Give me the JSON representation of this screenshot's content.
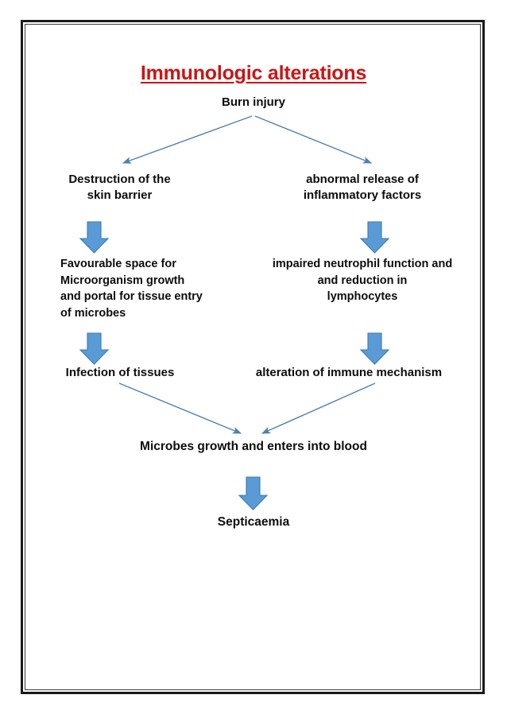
{
  "document": {
    "title": "Immunologic alterations",
    "border_style": "double-line-frame"
  },
  "colors": {
    "title_red": "#CC1414",
    "block_arrow_fill": "#5B9BD5",
    "block_arrow_stroke": "#3A78B5",
    "line_arrow": "#4E80B0",
    "text": "#0D0D0D",
    "frame": "#1A1A1A"
  },
  "chart_data": {
    "type": "diagram",
    "diagram_kind": "flowchart",
    "title": "Immunologic alterations",
    "nodes": [
      {
        "id": "burn-injury",
        "label": "Burn injury",
        "level": 0,
        "column": "center"
      },
      {
        "id": "destruction-skin-barrier",
        "label": "Destruction of the\nskin barrier",
        "level": 1,
        "column": "left"
      },
      {
        "id": "abnormal-release",
        "label": "abnormal release of\ninflammatory factors",
        "level": 1,
        "column": "right"
      },
      {
        "id": "favourable-space",
        "label": "Favourable space for\nMicroorganism growth\nand portal for tissue entry\nof microbes",
        "level": 2,
        "column": "left"
      },
      {
        "id": "impaired-neutrophil",
        "label": "impaired neutrophil function and\nand reduction in\nlymphocytes",
        "level": 2,
        "column": "right"
      },
      {
        "id": "infection-of-tissues",
        "label": "Infection of tissues",
        "level": 3,
        "column": "left"
      },
      {
        "id": "alteration-immune-mechanism",
        "label": "alteration of immune mechanism",
        "level": 3,
        "column": "right"
      },
      {
        "id": "microbes-growth",
        "label": "Microbes growth and enters into blood",
        "level": 4,
        "column": "center"
      },
      {
        "id": "septicaemia",
        "label": "Septicaemia",
        "level": 5,
        "column": "center"
      }
    ],
    "edges": [
      {
        "from": "burn-injury",
        "to": "destruction-skin-barrier",
        "style": "thin-diagonal-arrow"
      },
      {
        "from": "burn-injury",
        "to": "abnormal-release",
        "style": "thin-diagonal-arrow"
      },
      {
        "from": "destruction-skin-barrier",
        "to": "favourable-space",
        "style": "block-arrow-down"
      },
      {
        "from": "abnormal-release",
        "to": "impaired-neutrophil",
        "style": "block-arrow-down"
      },
      {
        "from": "favourable-space",
        "to": "infection-of-tissues",
        "style": "block-arrow-down"
      },
      {
        "from": "impaired-neutrophil",
        "to": "alteration-immune-mechanism",
        "style": "block-arrow-down"
      },
      {
        "from": "infection-of-tissues",
        "to": "microbes-growth",
        "style": "thin-diagonal-arrow"
      },
      {
        "from": "alteration-immune-mechanism",
        "to": "microbes-growth",
        "style": "thin-diagonal-arrow"
      },
      {
        "from": "microbes-growth",
        "to": "septicaemia",
        "style": "block-arrow-down"
      }
    ]
  },
  "nodes": {
    "burn_injury": "Burn injury",
    "destruction_skin_barrier": "Destruction of the\nskin barrier",
    "abnormal_release": "abnormal release of\ninflammatory factors",
    "favourable_space": "Favourable space for\nMicroorganism growth\nand portal for tissue entry\nof microbes",
    "impaired_neutrophil": "impaired neutrophil function and\nand reduction in\nlymphocytes",
    "infection_of_tissues": "Infection of tissues",
    "alteration_immune_mechanism": "alteration of immune mechanism",
    "microbes_growth": "Microbes growth and enters into blood",
    "septicaemia": "Septicaemia"
  }
}
